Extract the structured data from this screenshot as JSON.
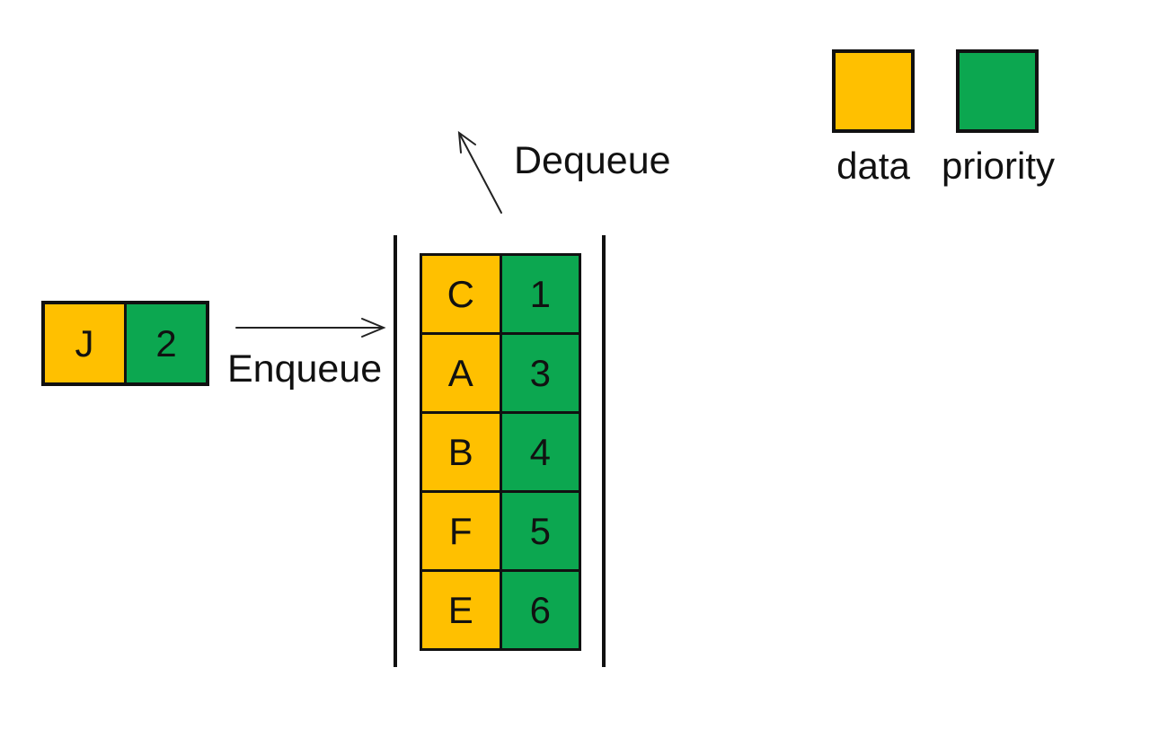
{
  "diagram": {
    "dequeue_label": "Dequeue",
    "enqueue_label": "Enqueue",
    "legend": {
      "data_label": "data",
      "priority_label": "priority"
    },
    "enqueue_item": {
      "data": "J",
      "priority": "2"
    },
    "queue_items": [
      {
        "data": "C",
        "priority": "1"
      },
      {
        "data": "A",
        "priority": "3"
      },
      {
        "data": "B",
        "priority": "4"
      },
      {
        "data": "F",
        "priority": "5"
      },
      {
        "data": "E",
        "priority": "6"
      }
    ]
  },
  "colors": {
    "data_color": "#FFC000",
    "priority_color": "#0CA750",
    "ink": "#111111"
  }
}
